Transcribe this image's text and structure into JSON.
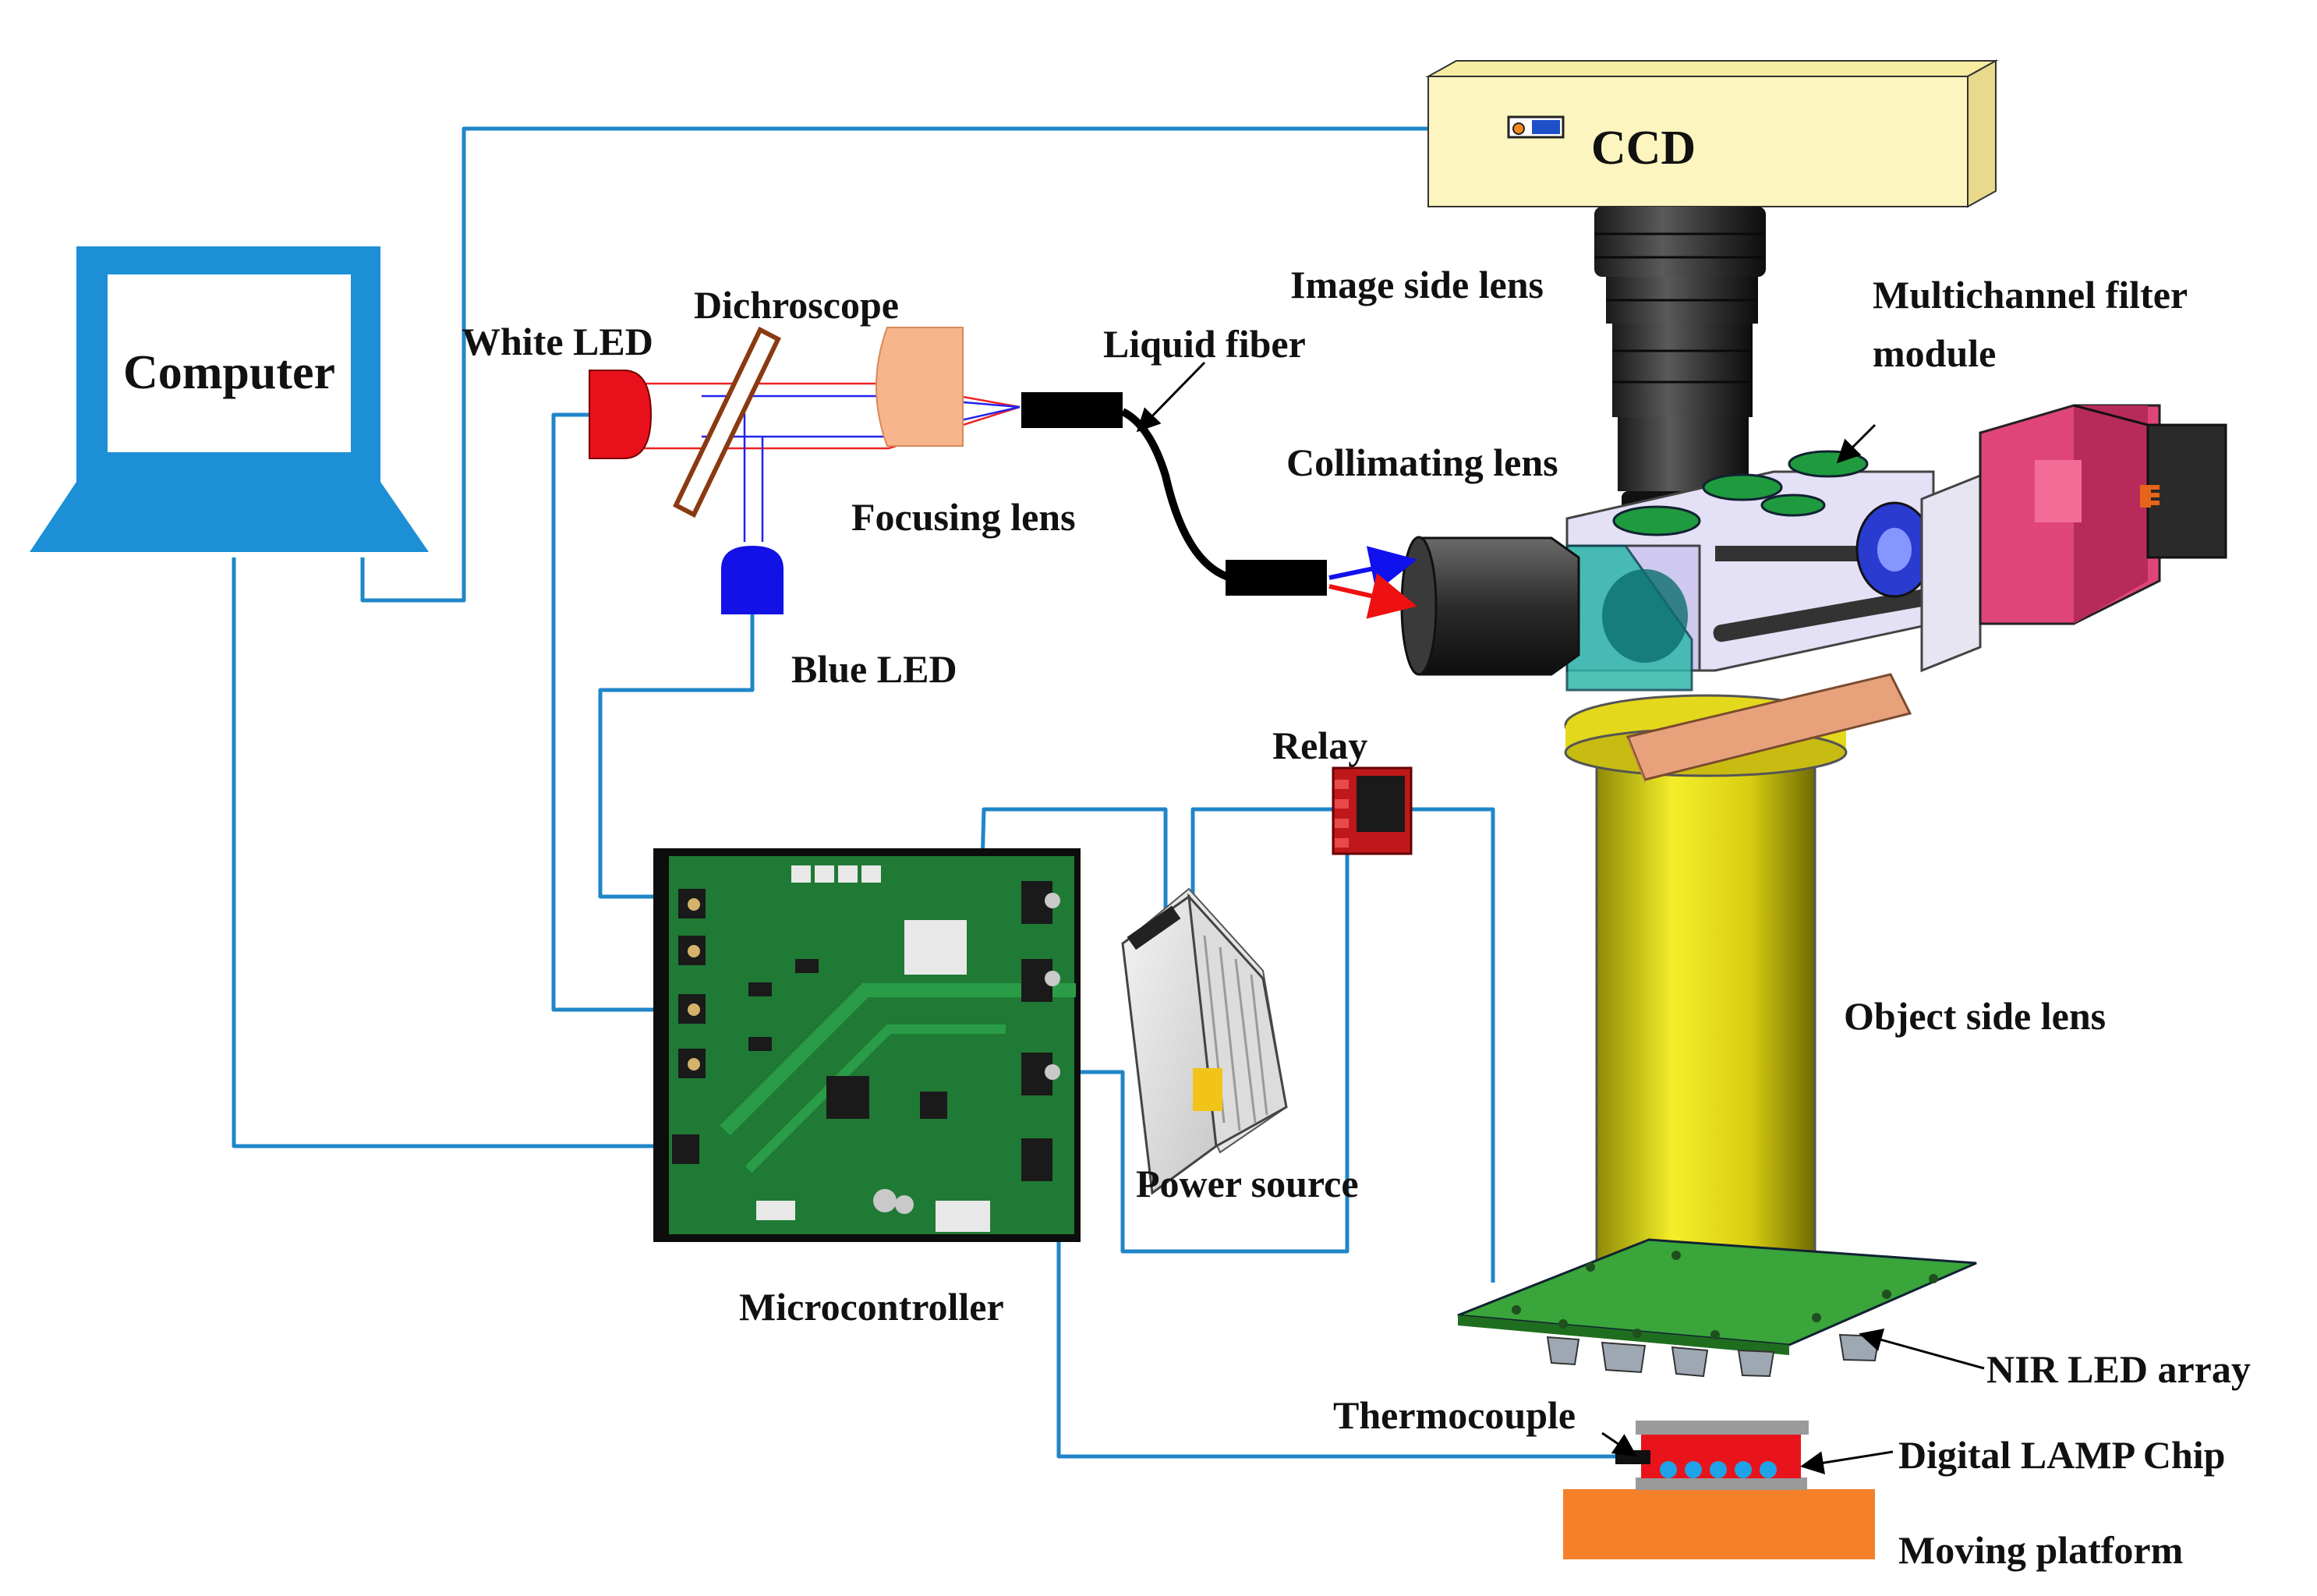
{
  "labels": {
    "computer": "Computer",
    "ccd": "CCD",
    "white_led": "White LED",
    "dichroscope": "Dichroscope",
    "liquid_fiber": "Liquid fiber",
    "image_side_lens": "Image side lens",
    "multichannel_filter_module_line1": "Multichannel filter",
    "multichannel_filter_module_line2": "module",
    "focusing_lens": "Focusing lens",
    "collimating_lens": "Collimating lens",
    "blue_led": "Blue LED",
    "relay": "Relay",
    "object_side_lens": "Object side lens",
    "power_source": "Power source",
    "microcontroller": "Microcontroller",
    "nir_led_array": "NIR LED array",
    "thermocouple": "Thermocouple",
    "digital_lamp_chip": "Digital LAMP Chip",
    "moving_platform": "Moving platform"
  },
  "colors": {
    "wire": "#1f86c8",
    "computer_blue": "#1c8fd6",
    "ccd_body": "#fdf5bf",
    "red_led": "#e8101a",
    "blue_led": "#1212e6",
    "focusing_lens": "#f7b58d",
    "pcb_green": "#1f7a35",
    "object_lens_yellow": "#d6cc14",
    "nir_board_green": "#3aa53a",
    "moving_platform_orange": "#f4812a",
    "chip_red": "#e9131b",
    "filter_motor_pink": "#e0457a",
    "rail_copper": "#e7a27c"
  }
}
